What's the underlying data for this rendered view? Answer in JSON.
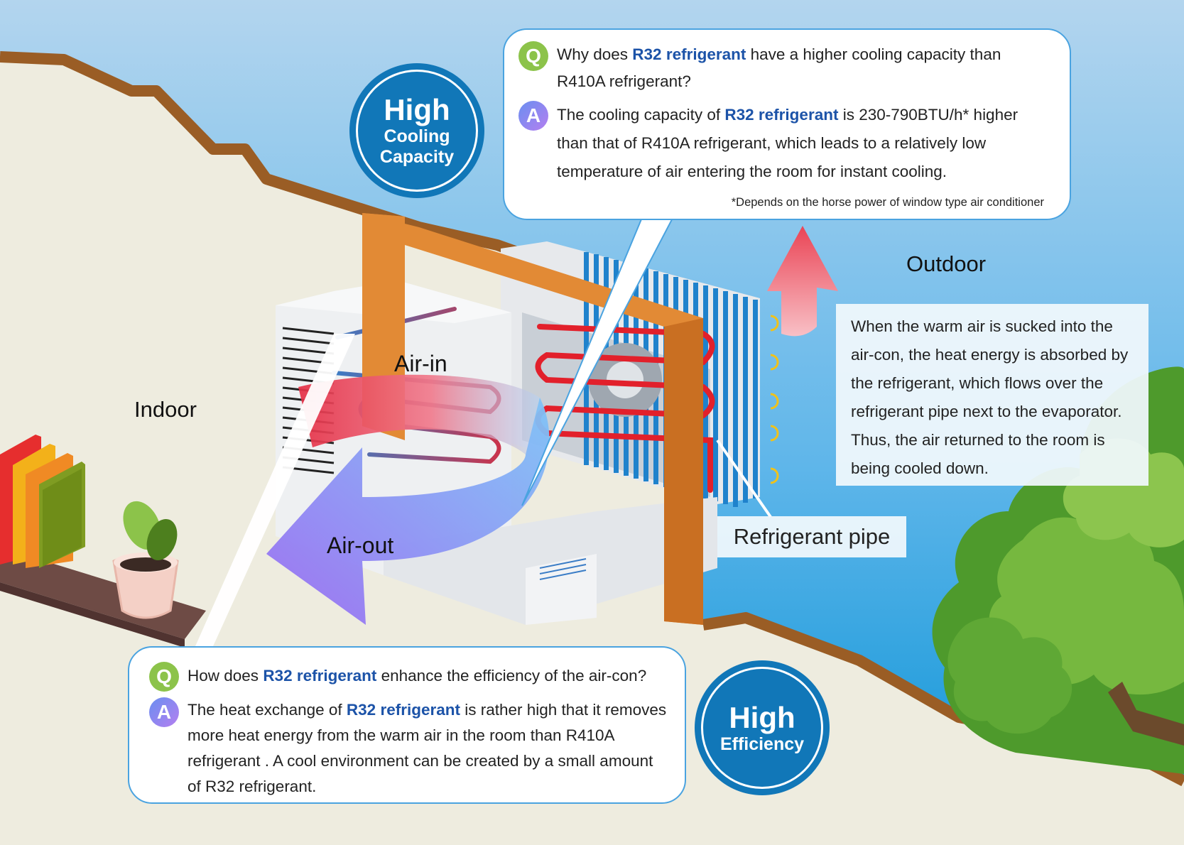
{
  "labels": {
    "indoor": "Indoor",
    "outdoor": "Outdoor",
    "air_in": "Air-in",
    "air_out": "Air-out",
    "refrigerant_pipe": "Refrigerant pipe"
  },
  "badges": {
    "cooling": {
      "line1": "High",
      "line2": "Cooling",
      "line3": "Capacity"
    },
    "efficiency": {
      "line1": "High",
      "line2": "Efficiency"
    }
  },
  "qa_top": {
    "q_marker": "Q",
    "a_marker": "A",
    "q_pre": "Why does ",
    "q_highlight": "R32 refrigerant",
    "q_post": " have a higher cooling capacity than R410A refrigerant?",
    "a_pre": "The cooling capacity of ",
    "a_highlight": "R32 refrigerant",
    "a_post": " is 230-790BTU/h* higher than that of R410A refrigerant, which leads to a relatively low temperature of air entering the room for instant cooling.",
    "footnote": "*Depends on the horse power of window type air conditioner"
  },
  "qa_bottom": {
    "q_marker": "Q",
    "a_marker": "A",
    "q_pre": "How does ",
    "q_highlight": "R32 refrigerant",
    "q_post": " enhance the efficiency of  the air-con?",
    "a_pre": "The heat exchange of ",
    "a_highlight": "R32 refrigerant",
    "a_post": " is rather high that it removes more heat energy from the warm air in the room than R410A refrigerant . A cool environment can be created by a small amount of R32 refrigerant."
  },
  "outdoor_note": "When the warm air is sucked into the air-con, the heat energy is absorbed by the refrigerant, which flows over the refrigerant pipe next to the evaporator. Thus, the air returned to the room is being cooled down.",
  "colors": {
    "sky_top": "#b3d5ee",
    "sky_bottom": "#1a9ad8",
    "wall": "#eeecdf",
    "roof": "#9a5d25",
    "window_frame": "#e28a35",
    "badge": "#1177b8",
    "highlight_text": "#1c53a8",
    "q_chip": "#8cc34a",
    "hot_air": "#e83a4c",
    "cool_air": "#7aaef5",
    "tree_green": "#6aae37"
  }
}
